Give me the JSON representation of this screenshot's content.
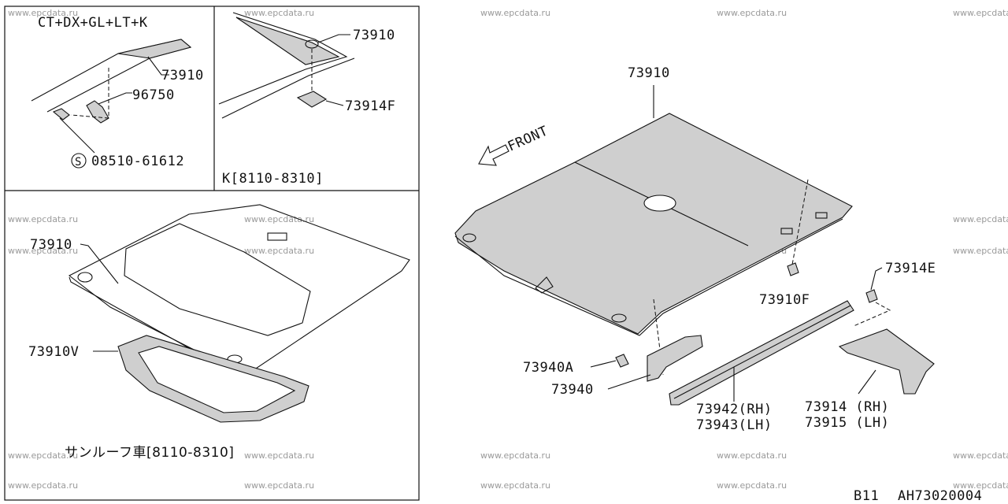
{
  "watermark": "www.epcdata.ru",
  "panels": {
    "top_left": {
      "header": "CT+DX+GL+LT+K",
      "labels": [
        "73910",
        "96750",
        "08510-61612"
      ],
      "screw_symbol": "S"
    },
    "top_middle": {
      "labels": [
        "73910",
        "73914F"
      ],
      "caption": "K[8110-8310]"
    },
    "bottom_left": {
      "labels": [
        "73910",
        "73910V"
      ],
      "caption": "サンルーフ車[8110-8310]"
    },
    "main": {
      "front_label": "FRONT",
      "labels": [
        "73910",
        "73910F",
        "73914E",
        "73940A",
        "73940",
        "73942(RH)",
        "73943(LH)",
        "73914 (RH)",
        "73915 (LH)"
      ]
    }
  },
  "footer": {
    "model": "B11",
    "diagram_code": "AH73020004"
  },
  "colors": {
    "line": "#111111",
    "part_fill": "#cfcfcf",
    "watermark": "#9a9a9a"
  }
}
